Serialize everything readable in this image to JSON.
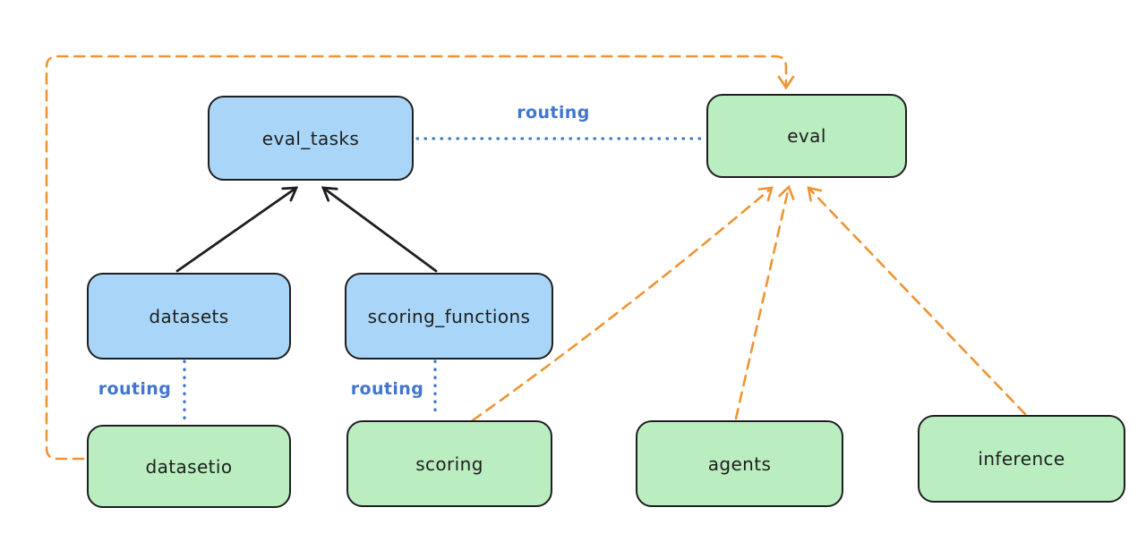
{
  "diagram": {
    "background": "#ffffff",
    "nodes": {
      "eval_tasks": {
        "label": "eval_tasks",
        "fill": "#a9d6f8"
      },
      "eval": {
        "label": "eval",
        "fill": "#baeec0"
      },
      "datasets": {
        "label": "datasets",
        "fill": "#a9d6f8"
      },
      "scoring_functions": {
        "label": "scoring_functions",
        "fill": "#a9d6f8"
      },
      "datasetio": {
        "label": "datasetio",
        "fill": "#baeec0"
      },
      "scoring": {
        "label": "scoring",
        "fill": "#baeec0"
      },
      "agents": {
        "label": "agents",
        "fill": "#baeec0"
      },
      "inference": {
        "label": "inference",
        "fill": "#baeec0"
      }
    },
    "edges": [
      {
        "from": "datasets",
        "to": "eval_tasks",
        "style": "solid",
        "arrow": true,
        "color": "#1e1e1e"
      },
      {
        "from": "scoring_functions",
        "to": "eval_tasks",
        "style": "solid",
        "arrow": true,
        "color": "#1e1e1e"
      },
      {
        "from": "eval_tasks",
        "to": "eval",
        "style": "dotted",
        "arrow": false,
        "label": "routing",
        "color": "#4176cc"
      },
      {
        "from": "datasets",
        "to": "datasetio",
        "style": "dotted",
        "arrow": false,
        "label": "routing",
        "color": "#4176cc"
      },
      {
        "from": "scoring_functions",
        "to": "scoring",
        "style": "dotted",
        "arrow": false,
        "label": "routing",
        "color": "#4176cc"
      },
      {
        "from": "datasetio",
        "to": "eval",
        "style": "dashed",
        "arrow": true,
        "color": "#ee9433"
      },
      {
        "from": "scoring",
        "to": "eval",
        "style": "dashed",
        "arrow": true,
        "color": "#ee9433"
      },
      {
        "from": "agents",
        "to": "eval",
        "style": "dashed",
        "arrow": true,
        "color": "#ee9433"
      },
      {
        "from": "inference",
        "to": "eval",
        "style": "dashed",
        "arrow": true,
        "color": "#ee9433"
      }
    ],
    "colors": {
      "node_stroke": "#1e1e1e",
      "blue_fill": "#a9d6f8",
      "green_fill": "#baeec0",
      "routing_blue": "#4176cc",
      "dependency_orange": "#ee9433",
      "text": "#1e1e1e"
    }
  }
}
